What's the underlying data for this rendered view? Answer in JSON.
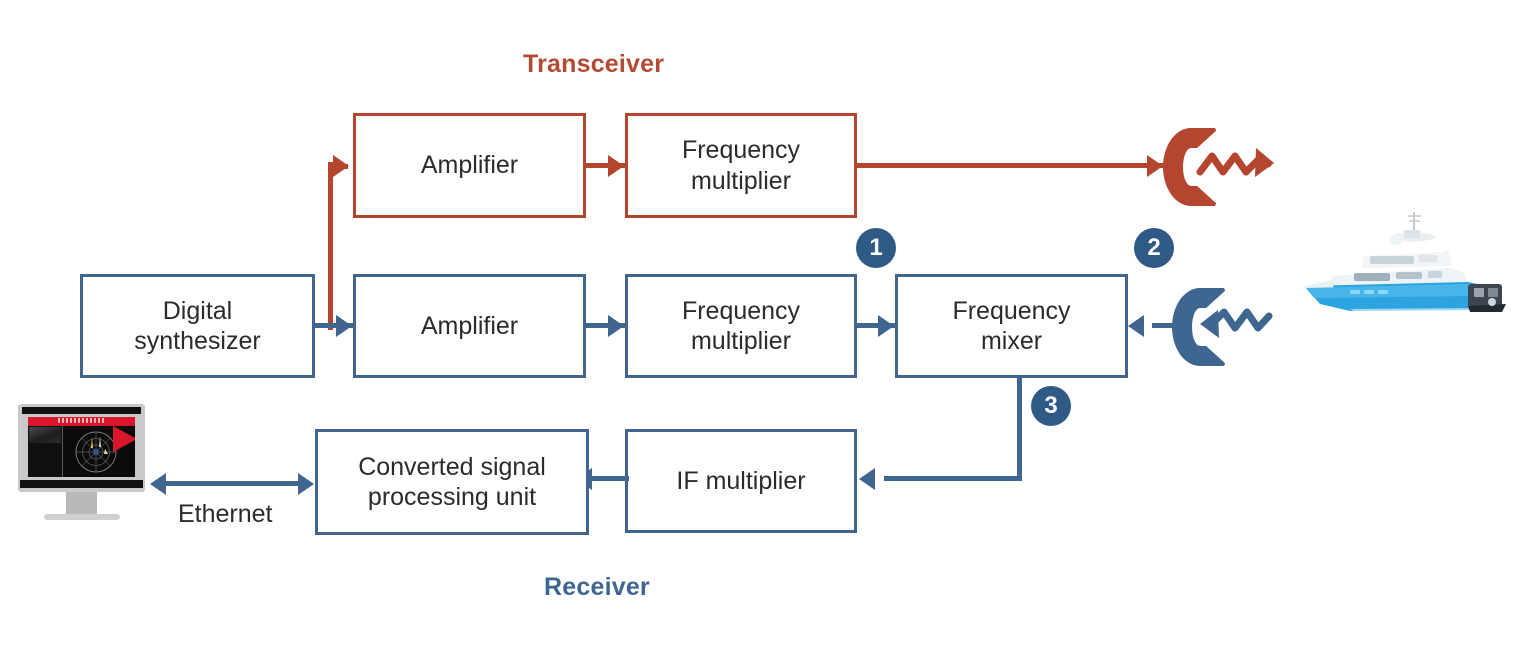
{
  "diagram": {
    "title_transceiver": "Transceiver",
    "title_receiver": "Receiver",
    "ethernet_label": "Ethernet",
    "colors": {
      "transceiver_accent": "#b4452e",
      "receiver_accent": "#3f6690",
      "badge_fill": "#2f5a86",
      "block_text": "#2b2b2b",
      "background": "#ffffff"
    },
    "transmit_chain": {
      "blocks": [
        {
          "name": "amplifier",
          "label": "Amplifier",
          "color": "red"
        },
        {
          "name": "frequency-multiplier",
          "label_line1": "Frequency",
          "label_line2": "multiplier",
          "color": "red"
        }
      ]
    },
    "main_chain": {
      "blocks": [
        {
          "name": "digital-synthesizer",
          "label_line1": "Digital",
          "label_line2": "synthesizer",
          "color": "blue"
        },
        {
          "name": "amplifier",
          "label": "Amplifier",
          "color": "blue"
        },
        {
          "name": "frequency-multiplier",
          "label_line1": "Frequency",
          "label_line2": "multiplier",
          "color": "blue"
        },
        {
          "name": "frequency-mixer",
          "label_line1": "Frequency",
          "label_line2": "mixer",
          "color": "blue"
        }
      ]
    },
    "receive_chain": {
      "blocks": [
        {
          "name": "converted-signal-processing-unit",
          "label_line1": "Converted signal",
          "label_line2": "processing unit",
          "color": "blue"
        },
        {
          "name": "if-multiplier",
          "label": "IF multiplier",
          "color": "blue"
        }
      ]
    },
    "badges": [
      {
        "id": "1",
        "label": "1"
      },
      {
        "id": "2",
        "label": "2"
      },
      {
        "id": "3",
        "label": "3"
      }
    ],
    "antennas": [
      {
        "name": "transmit-antenna",
        "color": "red",
        "direction": "outgoing"
      },
      {
        "name": "receive-antenna",
        "color": "blue",
        "direction": "incoming"
      }
    ],
    "target": {
      "name": "yacht",
      "description": "motor yacht"
    },
    "display": {
      "name": "radar-display-monitor",
      "description": "radar PPI display monitor"
    }
  }
}
